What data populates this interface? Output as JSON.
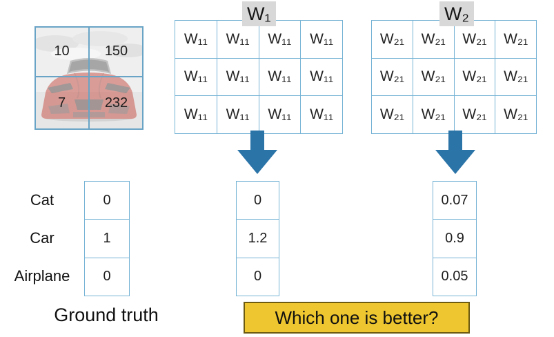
{
  "colors": {
    "grid_blue": "#74b2d4",
    "image_grid_blue": "#69a4c6",
    "arrow_blue": "#2b74a8",
    "chip_gray": "#d8d8d8",
    "question_fill": "#eec62f",
    "question_border": "#6b5a10",
    "text": "#1d1d1d"
  },
  "input_image": {
    "description": "faded red sports car photo with 2x2 pixel grid",
    "pixel_values": {
      "top_left": "10",
      "top_right": "150",
      "bottom_left": "7",
      "bottom_right": "232"
    }
  },
  "matrices": [
    {
      "title": "W₁",
      "rows": 3,
      "cols": 4,
      "cell_label": "W₁₁"
    },
    {
      "title": "W₂",
      "rows": 3,
      "cols": 4,
      "cell_label": "W₂₁"
    }
  ],
  "class_labels": [
    "Cat",
    "Car",
    "Airplane"
  ],
  "vectors": {
    "ground_truth": {
      "values": [
        "0",
        "1",
        "0"
      ]
    },
    "w1_scores": {
      "values": [
        "0",
        "1.2",
        "0"
      ]
    },
    "w2_scores": {
      "values": [
        "0.07",
        "0.9",
        "0.05"
      ]
    }
  },
  "captions": {
    "ground_truth": "Ground truth",
    "question": "Which one is better?"
  }
}
